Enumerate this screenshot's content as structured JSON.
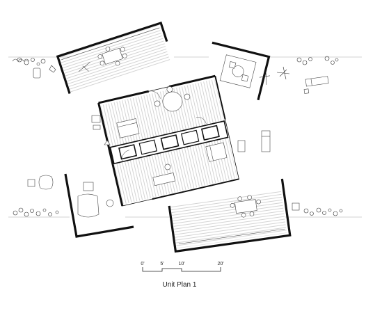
{
  "drawing": {
    "caption": "Unit Plan 1",
    "scale_bar": {
      "labels": [
        "0'",
        "5'",
        "10'",
        "20'"
      ]
    },
    "colors": {
      "ink": "#111111",
      "hatch": "#9a9a9a",
      "furniture": "#555555",
      "ground": "#bdbdbd"
    }
  }
}
